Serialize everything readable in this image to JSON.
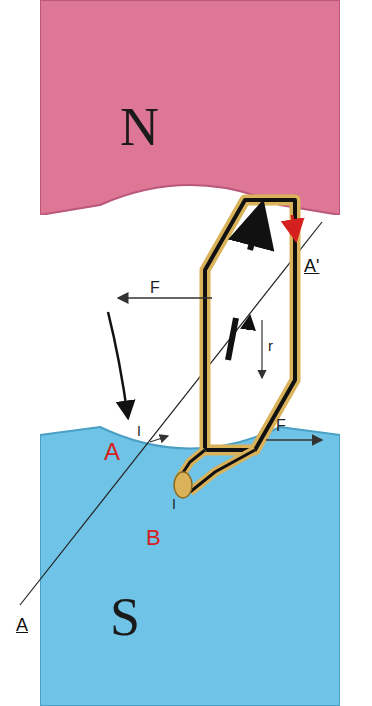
{
  "diagram": {
    "nodes": [
      {
        "text": [
          "N"
        ]
      },
      {
        "text": [
          "S"
        ]
      }
    ],
    "labels": [
      "F",
      "A'",
      "I",
      "A",
      "B",
      "I",
      "r",
      "F",
      "A"
    ]
  }
}
